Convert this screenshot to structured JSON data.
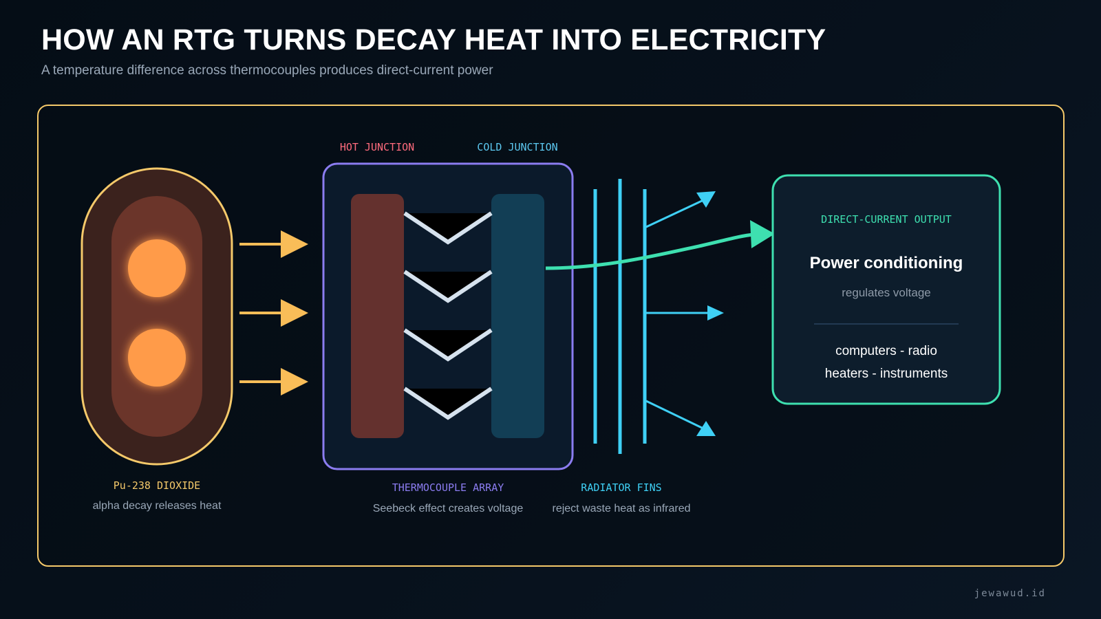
{
  "header": {
    "title": "HOW AN RTG TURNS DECAY HEAT INTO ELECTRICITY",
    "subtitle": "A temperature difference across thermocouples produces direct-current power"
  },
  "source": {
    "label": "Pu-238 DIOXIDE",
    "description": "alpha decay releases heat"
  },
  "thermocouples": {
    "hot_label": "HOT JUNCTION",
    "cold_label": "COLD JUNCTION",
    "label": "THERMOCOUPLE ARRAY",
    "description": "Seebeck effect creates voltage"
  },
  "radiator": {
    "label": "RADIATOR FINS",
    "description": "reject waste heat as infrared"
  },
  "output": {
    "label": "DIRECT-CURRENT OUTPUT",
    "title": "Power conditioning",
    "subtitle": "regulates voltage",
    "uses_line1": "computers - radio",
    "uses_line2": "heaters - instruments"
  },
  "footer": {
    "watermark": "jewawud.id"
  },
  "colors": {
    "gold": "#f5c96a",
    "heat_arrow": "#f9bd58",
    "hot": "#ff6b7d",
    "cold": "#5cc8f0",
    "purple": "#8b7cf0",
    "cyan": "#3fd0f5",
    "green": "#3ee0b0",
    "pellet": "#ff9b4a"
  },
  "icons": {
    "heat_arrows": "arrow-right-icon",
    "thermocouple_legs": "chevron-down-icon",
    "infrared_arrows": "arrow-right-icon"
  }
}
